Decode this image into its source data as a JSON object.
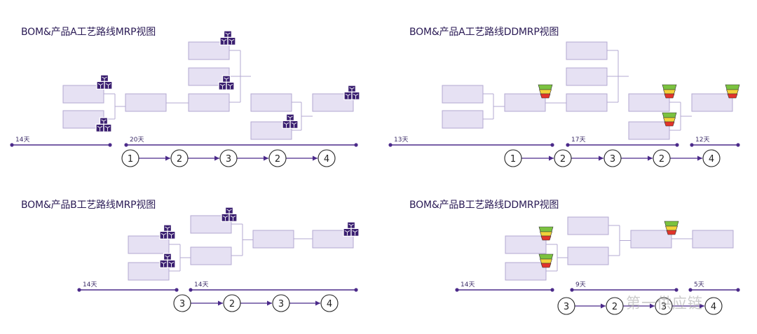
{
  "colors": {
    "box_fill": "#e6e1f3",
    "box_stroke": "#b3a8d2",
    "line": "#4b2a8a",
    "circle_stroke": "#222222"
  },
  "panels": [
    {
      "title": "BOM&产品A工艺路线MRP视图"
    },
    {
      "title": "BOM&产品A工艺路线DDMRP视图"
    },
    {
      "title": "BOM&产品B工艺路线MRP视图"
    },
    {
      "title": "BOM&产品B工艺路线DDMRP视图"
    }
  ],
  "timelines": {
    "panel_a_mrp": [
      {
        "label": "14天"
      },
      {
        "label": "20天"
      }
    ],
    "panel_a_ddmrp": [
      {
        "label": "13天"
      },
      {
        "label": "17天"
      },
      {
        "label": "12天"
      }
    ],
    "panel_b_mrp": [
      {
        "label": "14天"
      },
      {
        "label": "14天"
      }
    ],
    "panel_b_ddmrp": [
      {
        "label": "14天"
      },
      {
        "label": "9天"
      },
      {
        "label": "5天"
      }
    ]
  },
  "routing_steps": {
    "panel_a_mrp": [
      "1",
      "2",
      "3",
      "2",
      "4"
    ],
    "panel_a_ddmrp": [
      "1",
      "2",
      "3",
      "2",
      "4"
    ],
    "panel_b_mrp": [
      "3",
      "2",
      "3",
      "4"
    ],
    "panel_b_ddmrp": [
      "3",
      "2",
      "3",
      "4"
    ]
  },
  "icons": {
    "inventory": "cubes-stack-icon",
    "buffer": "buffer-zone-icon"
  },
  "watermark": "第一供应链"
}
